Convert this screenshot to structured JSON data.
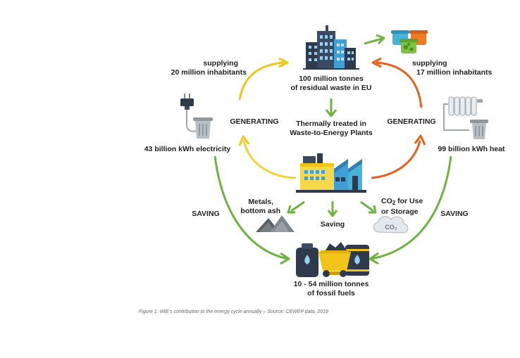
{
  "center": {
    "waste_line1": "100 million tonnes",
    "waste_line2": "of residual waste in EU",
    "treated_line1": "Thermally treated in",
    "treated_line2": "Waste-to-Energy Plants"
  },
  "left": {
    "supply_line1": "supplying",
    "supply_line2": "20 million inhabitants",
    "generating": "GENERATING",
    "output": "43 billion kWh electricity",
    "saving": "SAVING"
  },
  "right": {
    "supply_line1": "supplying",
    "supply_line2": "17 million inhabitants",
    "generating": "GENERATING",
    "output": "99 billion kWh heat",
    "saving": "SAVING"
  },
  "bottom": {
    "metals_line1": "Metals,",
    "metals_line2": "bottom ash",
    "saving": "Saving",
    "co2_prefix": "CO",
    "co2_sub": "2",
    "co2_suffix": " for Use",
    "co2_line2": "or Storage",
    "co2_cloud": "CO₂",
    "fossil_line1": "10 - 54 million tonnes",
    "fossil_line2": "of fossil fuels"
  },
  "caption": "Figure 1: WtE's contribution to the energy cycle annually – Source: CEWEP data, 2019",
  "colors": {
    "green": "#6db33f",
    "yellow": "#f2c318",
    "orange": "#e4621f",
    "dark": "#2f3b4c",
    "blue": "#3f9fd6"
  }
}
